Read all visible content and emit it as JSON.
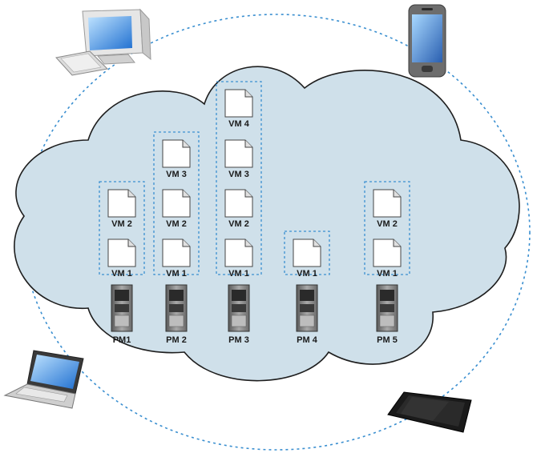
{
  "colors": {
    "cloud_fill": "#cfe0ea",
    "cloud_stroke": "#1e1e1e",
    "dashed_line": "#3a8fd0",
    "vm_box_stroke": "#3a8fd0",
    "server_body": "#8a8a8a"
  },
  "devices": [
    {
      "name": "desktop-computer-icon",
      "kind": "desktop"
    },
    {
      "name": "smartphone-icon",
      "kind": "phone"
    },
    {
      "name": "laptop-icon",
      "kind": "laptop"
    },
    {
      "name": "tablet-icon",
      "kind": "tablet"
    }
  ],
  "machines": [
    {
      "label": "PM1",
      "vms": [
        "VM 2",
        "VM 1"
      ]
    },
    {
      "label": "PM 2",
      "vms": [
        "VM 3",
        "VM 2",
        "VM 1"
      ]
    },
    {
      "label": "PM 3",
      "vms": [
        "VM 4",
        "VM 3",
        "VM 2",
        "VM 1"
      ]
    },
    {
      "label": "PM 4",
      "vms": [
        "VM 1"
      ]
    },
    {
      "label": "PM 5",
      "vms": [
        "VM 2",
        "VM 1"
      ]
    }
  ]
}
